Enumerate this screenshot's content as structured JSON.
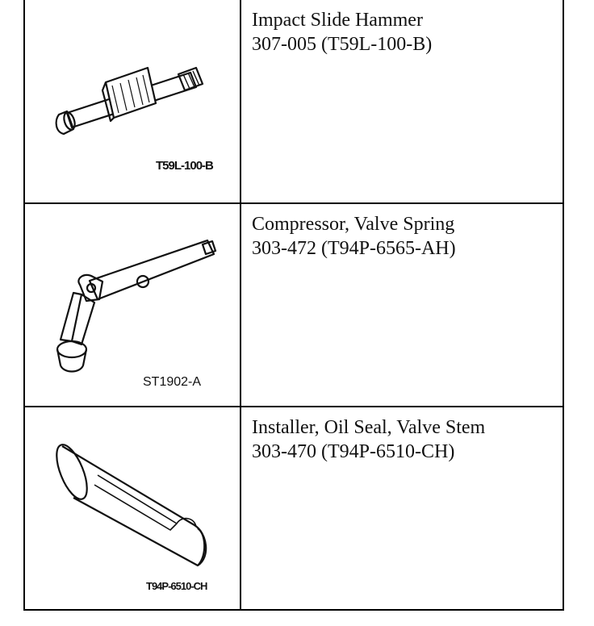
{
  "tools": [
    {
      "name": "Impact Slide Hammer",
      "number": "307-005 (T59L-100-B)",
      "image_label": "T59L-100-B"
    },
    {
      "name": "Compressor, Valve Spring",
      "number": "303-472 (T94P-6565-AH)",
      "image_label": "ST1902-A"
    },
    {
      "name": "Installer, Oil Seal, Valve Stem",
      "number": "303-470 (T94P-6510-CH)",
      "image_label": "T94P-6510-CH"
    }
  ]
}
